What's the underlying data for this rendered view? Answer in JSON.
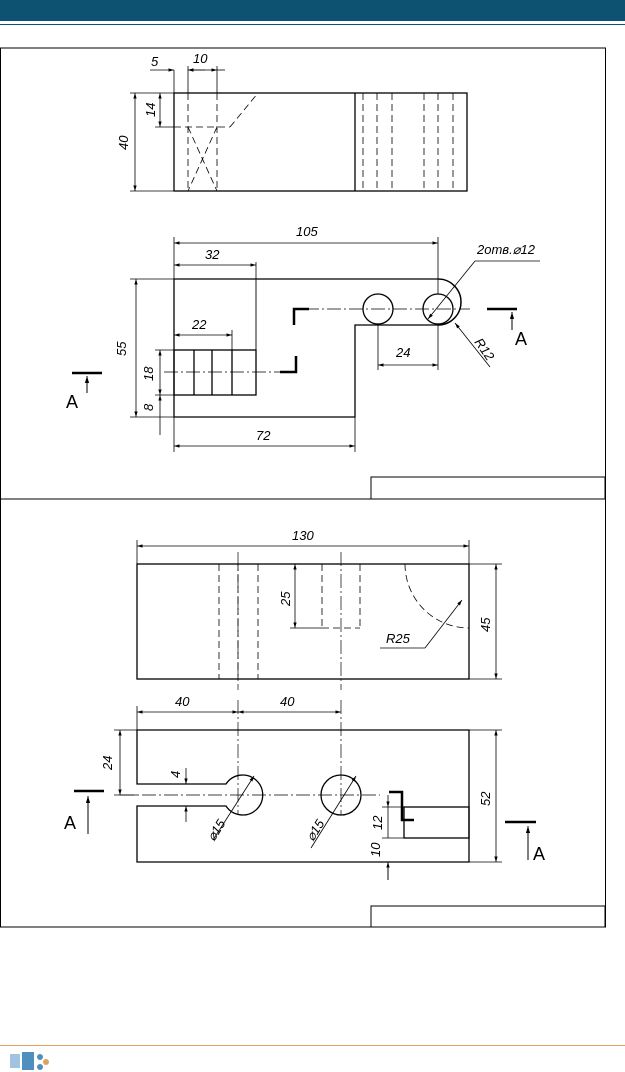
{
  "colors": {
    "header": "#0d5270",
    "footer_line": "#e0a060",
    "logo": "#4f8fc0"
  },
  "drawing1": {
    "dims": {
      "d5": "5",
      "d10": "10",
      "d14": "14",
      "d40": "40",
      "d105": "105",
      "d32": "32",
      "d22": "22",
      "d55": "55",
      "d18": "18",
      "d8": "8",
      "d72": "72",
      "d24": "24",
      "holes": "2отв.⌀12",
      "r12": "R12"
    },
    "section_left": "A",
    "section_right": "A"
  },
  "drawing2": {
    "dims": {
      "d130": "130",
      "d25": "25",
      "r25": "R25",
      "d45": "45",
      "d40a": "40",
      "d40b": "40",
      "d24": "24",
      "d4": "4",
      "d15a": "⌀15",
      "d15b": "⌀15",
      "d52": "52",
      "d12": "12",
      "d10": "10"
    },
    "section_left": "A",
    "section_right": "A"
  }
}
